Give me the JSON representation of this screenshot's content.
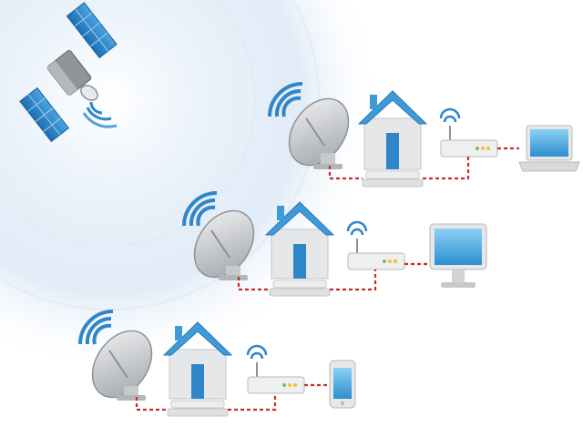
{
  "diagram": {
    "colors": {
      "background": "#ffffff",
      "glow": "#d7e7f5",
      "accent_blue": "#2f86c9",
      "roof_blue": "#3f9ad8",
      "dish_gray": "#b9bcc0",
      "device_gray": "#e6e7e9",
      "cable_red": "#cc2a2a"
    },
    "nodes": [
      {
        "name": "satellite",
        "icon": "satellite-icon"
      },
      {
        "name": "dish",
        "icon": "satellite-dish-icon"
      },
      {
        "name": "house",
        "icon": "house-icon"
      },
      {
        "name": "router",
        "icon": "router-icon"
      },
      {
        "name": "laptop",
        "icon": "laptop-icon"
      },
      {
        "name": "monitor",
        "icon": "monitor-icon"
      },
      {
        "name": "phone",
        "icon": "smartphone-icon"
      }
    ],
    "rows": [
      {
        "end_device": "laptop"
      },
      {
        "end_device": "monitor"
      },
      {
        "end_device": "phone"
      }
    ]
  }
}
